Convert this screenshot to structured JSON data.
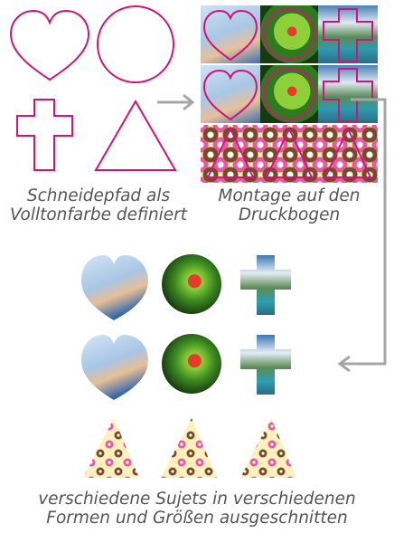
{
  "captions": {
    "cut_path": "Schneidepfad als\nVolltonfarbe definiert",
    "montage": "Montage auf den\nDruckbogen",
    "result": "verschiedene Sujets in verschiedenen\nFormen und Größen ausgeschnitten"
  },
  "colors": {
    "cutline": "#d0147a",
    "arrow": "#a6a6a6",
    "caption": "#555555"
  },
  "shapes": [
    "heart",
    "circle",
    "cross",
    "triangle"
  ],
  "photos": [
    "kids-jumping-photo",
    "red-eyed-frog-photo",
    "mountain-lake-photo",
    "donuts-pattern-photo"
  ]
}
